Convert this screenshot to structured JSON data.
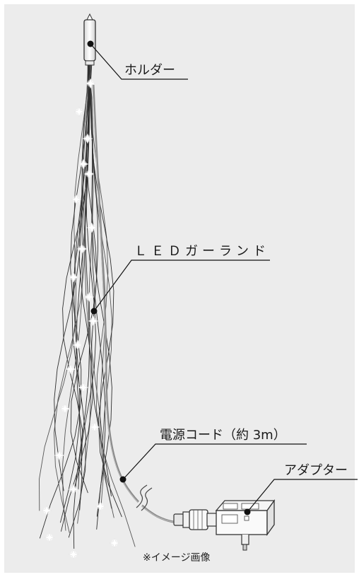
{
  "labels": {
    "holder": "ホルダー",
    "led_garland": "ＬＥＤガーランド",
    "power_cord": "電源コード（約 3m）",
    "adapter": "アダプター"
  },
  "note": "※イメージ画像",
  "colors": {
    "background": "#ececec",
    "frame": "#ffffff",
    "wire": "#3a3a3a",
    "cord": "#7a7a7a",
    "leader": "#111111",
    "led": "#ffffff"
  }
}
